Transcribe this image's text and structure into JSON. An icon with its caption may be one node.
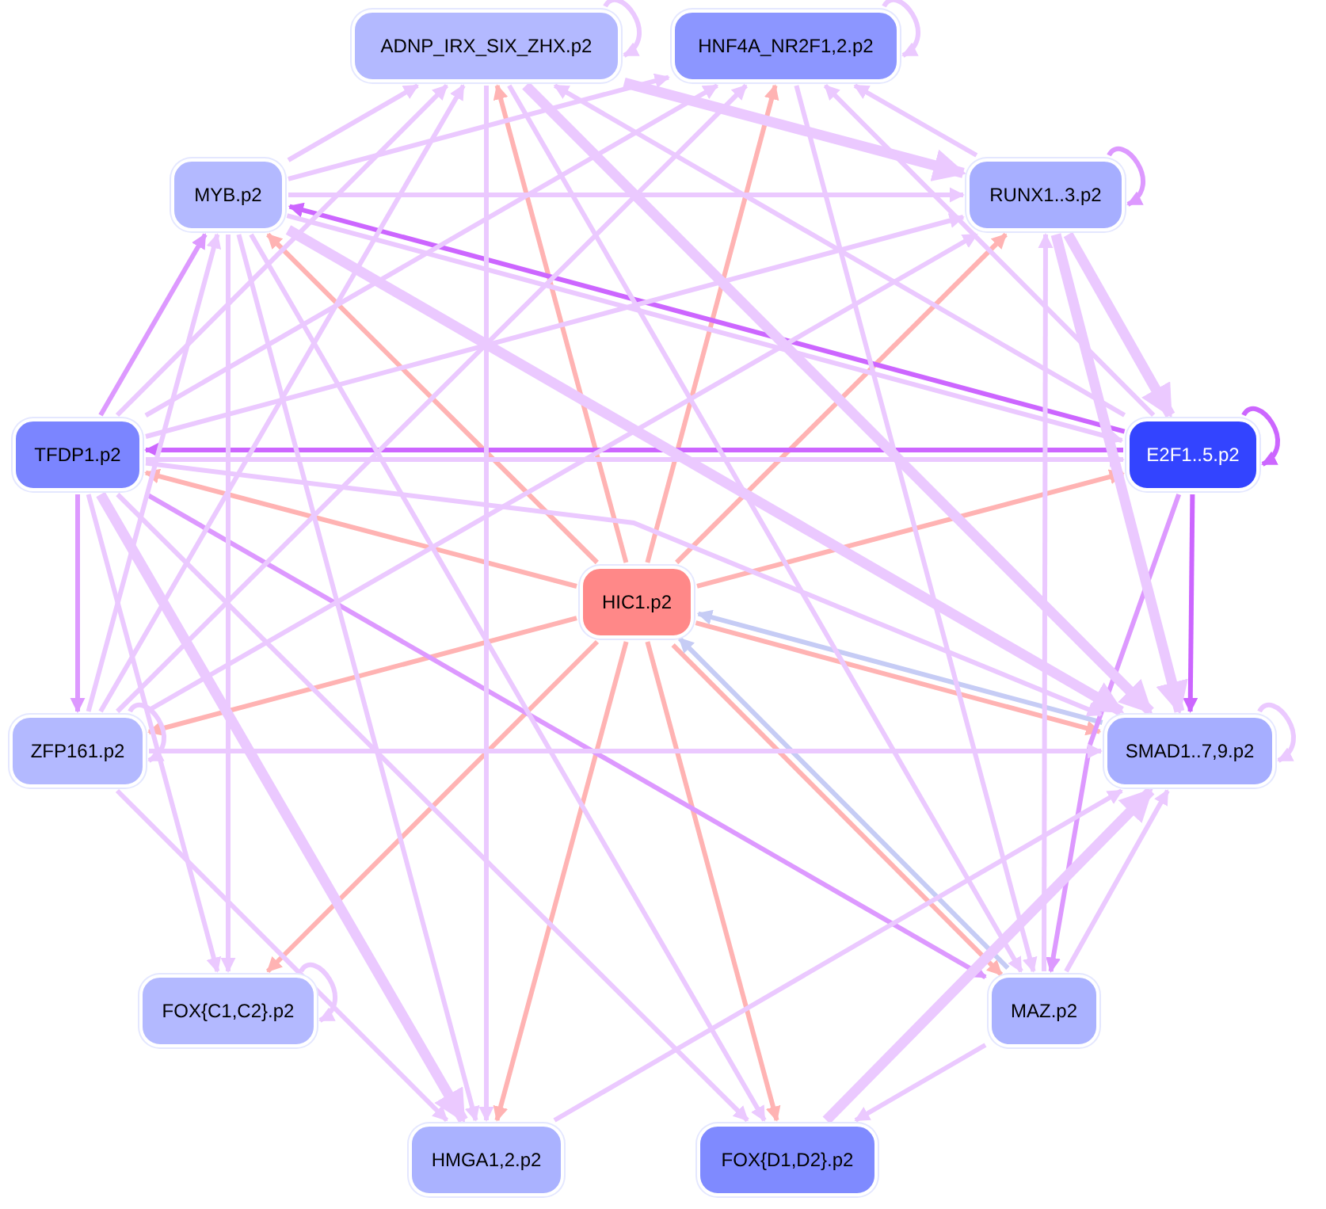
{
  "diagram": {
    "nodes": [
      {
        "text": [
          "ADNP_IRX_SIX_ZHX.p2"
        ]
      },
      {
        "text": [
          "HNF4A_NR2F1,2.p2"
        ]
      },
      {
        "text": [
          "MYB.p2"
        ]
      },
      {
        "text": [
          "RUNX1..3.p2"
        ]
      },
      {
        "text": [
          "TFDP1.p2"
        ]
      },
      {
        "text": [
          "E2F1..5.p2"
        ]
      },
      {
        "text": [
          "HIC1.p2"
        ]
      },
      {
        "text": [
          "ZFP161.p2"
        ]
      },
      {
        "text": [
          "SMAD1..7,9.p2"
        ]
      },
      {
        "text": [
          "FOX{C1,C2}.p2"
        ]
      },
      {
        "text": [
          "MAZ.p2"
        ]
      },
      {
        "text": [
          "HMGA1,2.p2"
        ]
      },
      {
        "text": [
          "FOX{D1,D2}.p2"
        ]
      }
    ],
    "edges": [
      {
        "from": 6,
        "to": 0,
        "arrow": "to",
        "color": "#ffb3b3"
      },
      {
        "from": 6,
        "to": 1,
        "arrow": "to",
        "color": "#ffb3b3"
      },
      {
        "from": 6,
        "to": 2,
        "arrow": "to",
        "color": "#ffb3b3"
      },
      {
        "from": 6,
        "to": 3,
        "arrow": "to",
        "color": "#ffb3b3"
      },
      {
        "from": 6,
        "to": 4,
        "arrow": "to",
        "color": "#ffb3b3"
      },
      {
        "from": 6,
        "to": 5,
        "arrow": "to",
        "color": "#ffb3b3"
      },
      {
        "from": 6,
        "to": 7,
        "arrow": "to",
        "color": "#ffb3b3"
      },
      {
        "from": 6,
        "to": 9,
        "arrow": "to",
        "color": "#ffb3b3"
      },
      {
        "from": 6,
        "to": 11,
        "arrow": "to",
        "color": "#ffb3b3"
      },
      {
        "from": 6,
        "to": 12,
        "arrow": "to",
        "color": "#ffb3b3"
      },
      {
        "from": 6,
        "to": 8,
        "arrow": "to",
        "color": "#ffb3b3"
      },
      {
        "from": 6,
        "to": 10,
        "arrow": "to",
        "color": "#ffb3b3"
      },
      {
        "from": 8,
        "to": 6,
        "arrow": "to",
        "color": "#c6ccf5"
      },
      {
        "from": 10,
        "to": 6,
        "arrow": "to",
        "color": "#c6ccf5"
      },
      {
        "from": 5,
        "to": 2,
        "arrow": "to",
        "color": "#cc66ff"
      },
      {
        "from": 5,
        "to": 4,
        "arrow": "to",
        "color": "#cc66ff"
      },
      {
        "from": 5,
        "to": 8,
        "arrow": "to",
        "color": "#cc66ff"
      },
      {
        "from": 5,
        "to": 5,
        "arrow": "to",
        "color": "#cc66ff"
      },
      {
        "from": 4,
        "to": 7,
        "arrow": "to",
        "color": "#dd99ff"
      },
      {
        "from": 4,
        "to": 10,
        "arrow": "to",
        "color": "#dd99ff"
      },
      {
        "from": 5,
        "to": 10,
        "arrow": "to",
        "color": "#dd99ff"
      },
      {
        "from": 3,
        "to": 3,
        "arrow": "to",
        "color": "#dd99ff"
      },
      {
        "from": 4,
        "to": 2,
        "arrow": "to",
        "color": "#dd99ff"
      },
      {
        "from": 0,
        "to": 0,
        "arrow": "to"
      },
      {
        "from": 1,
        "to": 1,
        "arrow": "to"
      },
      {
        "from": 7,
        "to": 7,
        "arrow": "to"
      },
      {
        "from": 8,
        "to": 8,
        "arrow": "to"
      },
      {
        "from": 9,
        "to": 9,
        "arrow": "to"
      },
      {
        "from": 2,
        "to": 0,
        "arrow": "to"
      },
      {
        "from": 2,
        "to": 1,
        "arrow": "to"
      },
      {
        "from": 2,
        "to": 3,
        "arrow": "to"
      },
      {
        "from": 4,
        "to": 0,
        "arrow": "to"
      },
      {
        "from": 4,
        "to": 1,
        "arrow": "to"
      },
      {
        "from": 4,
        "to": 3,
        "arrow": "to"
      },
      {
        "from": 4,
        "to": 5,
        "arrow": "to"
      },
      {
        "from": 7,
        "to": 2,
        "arrow": "to"
      },
      {
        "from": 7,
        "to": 0,
        "arrow": "to"
      },
      {
        "from": 7,
        "to": 1,
        "arrow": "to"
      },
      {
        "from": 7,
        "to": 3,
        "arrow": "to"
      },
      {
        "from": 2,
        "to": 9,
        "arrow": "to"
      },
      {
        "from": 2,
        "to": 11,
        "arrow": "to"
      },
      {
        "from": 2,
        "to": 12,
        "arrow": "to"
      },
      {
        "from": 2,
        "to": 8,
        "arrow": "to",
        "style": "thick"
      },
      {
        "from": 0,
        "to": 3,
        "arrow": "to",
        "style": "thick"
      },
      {
        "from": 0,
        "to": 11,
        "arrow": "to"
      },
      {
        "from": 0,
        "to": 8,
        "arrow": "to",
        "style": "thick"
      },
      {
        "from": 0,
        "to": 10,
        "arrow": "to"
      },
      {
        "from": 3,
        "to": 1,
        "arrow": "to"
      },
      {
        "from": 5,
        "to": 1,
        "arrow": "to"
      },
      {
        "from": 5,
        "to": 0,
        "arrow": "to"
      },
      {
        "from": 3,
        "to": 5,
        "arrow": "to",
        "style": "thick"
      },
      {
        "from": 3,
        "to": 8,
        "arrow": "to",
        "style": "thick"
      },
      {
        "from": 10,
        "to": 3,
        "arrow": "to"
      },
      {
        "from": 10,
        "to": 8,
        "arrow": "to"
      },
      {
        "from": 10,
        "to": 12,
        "arrow": "to"
      },
      {
        "from": 12,
        "to": 8,
        "arrow": "to",
        "style": "thick"
      },
      {
        "from": 7,
        "to": 8,
        "arrow": "to"
      },
      {
        "from": 7,
        "to": 11,
        "arrow": "to"
      },
      {
        "from": 4,
        "to": 9,
        "arrow": "to"
      },
      {
        "from": 4,
        "to": 11,
        "arrow": "to",
        "style": "thick"
      },
      {
        "from": 4,
        "to": 12,
        "arrow": "to"
      },
      {
        "from": 11,
        "to": 8,
        "arrow": "to"
      },
      {
        "from": 2,
        "to": 5,
        "arrow": "to"
      },
      {
        "from": 1,
        "to": 10,
        "arrow": "to"
      },
      {
        "from": 4,
        "to": 8,
        "arrow": "to"
      }
    ]
  }
}
